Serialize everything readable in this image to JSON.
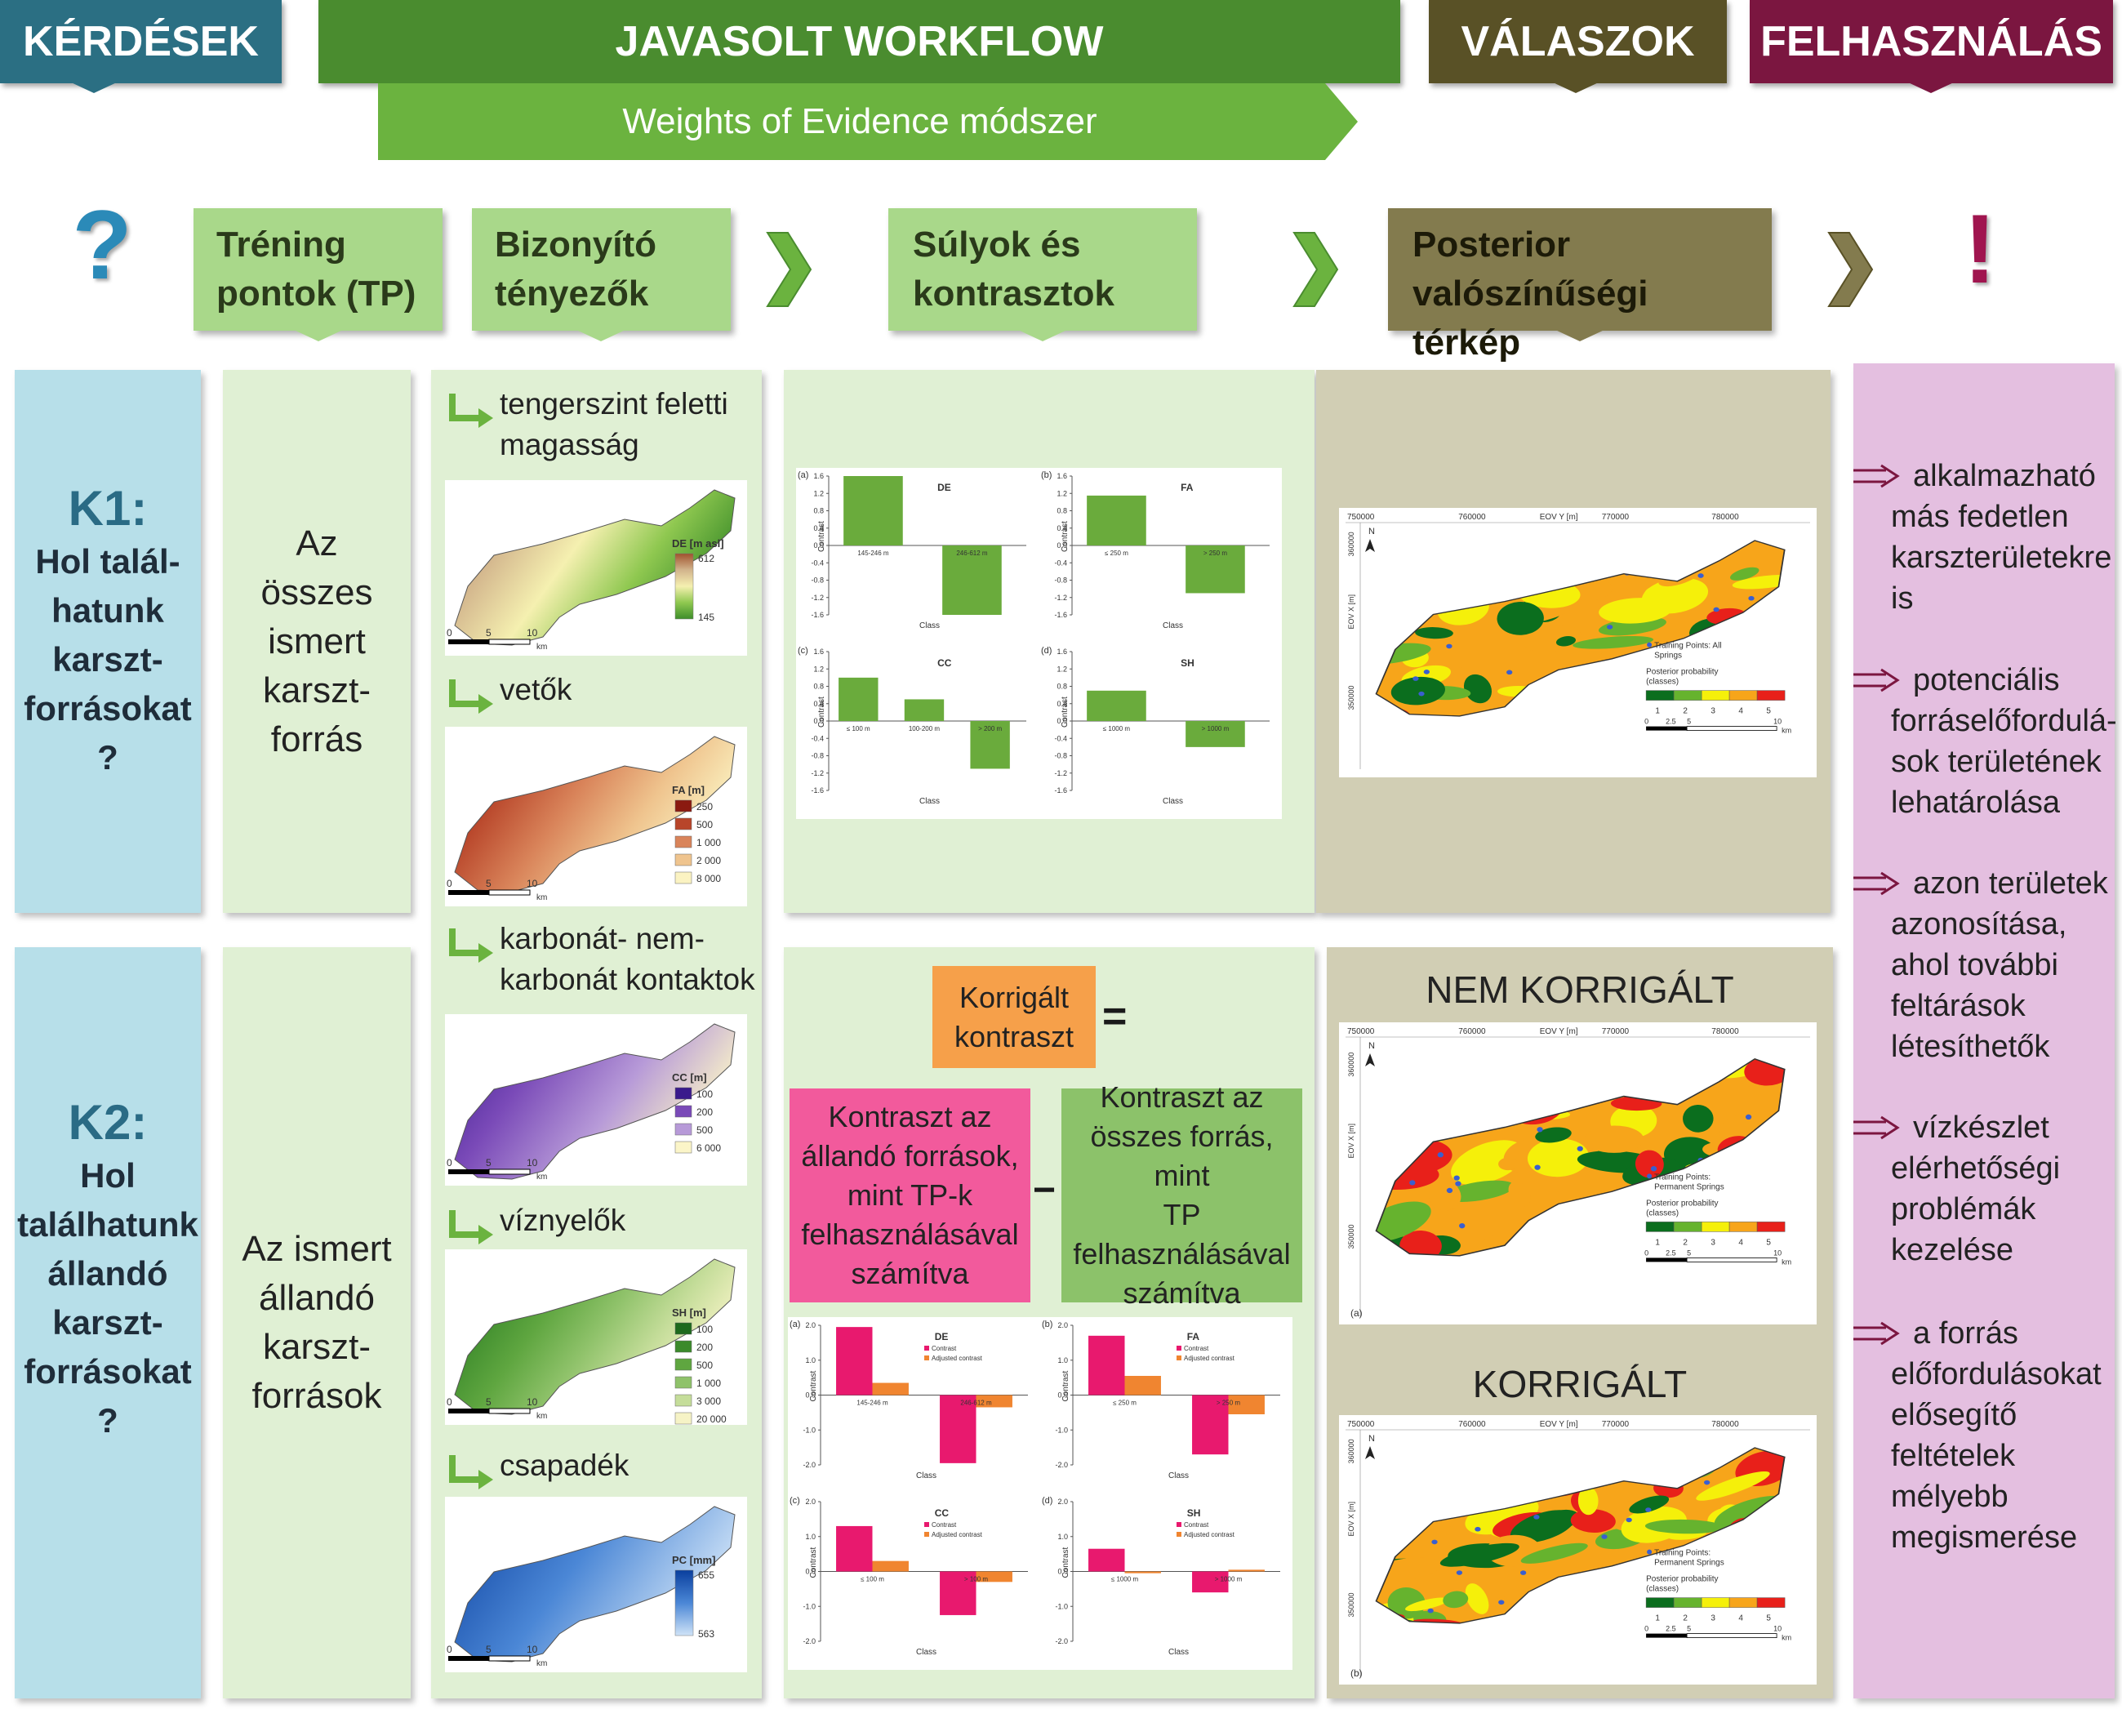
{
  "headers": {
    "questions": "KÉRDÉSEK",
    "workflow": "JAVASOLT WORKFLOW",
    "method": "Weights of Evidence módszer",
    "answers": "VÁLASZOK",
    "usage": "FELHASZNÁLÁS"
  },
  "steps": {
    "question_mark": "?",
    "training": [
      "Tréning",
      "pontok (TP)"
    ],
    "evidence": [
      "Bizonyító",
      "tényezők"
    ],
    "weights": [
      "Súlyok és",
      "kontrasztok"
    ],
    "posterior": [
      "Posterior",
      "valószínűségi térkép"
    ],
    "exclamation": "!"
  },
  "questions": {
    "k1": {
      "code": "K1:",
      "lines": [
        "Hol talál-",
        "hatunk",
        "karszt-",
        "forrásokat",
        "?"
      ]
    },
    "k2": {
      "code": "K2:",
      "lines": [
        "Hol",
        "találhatunk",
        "állandó",
        "karszt-",
        "forrásokat",
        "?"
      ]
    }
  },
  "training_points": {
    "k1": [
      "Az",
      "összes",
      "ismert",
      "karszt-",
      "forrás"
    ],
    "k2": [
      "Az ismert",
      "állandó",
      "karszt-",
      "források"
    ]
  },
  "factors": [
    {
      "title": [
        "tengerszint feletti",
        "magasság"
      ],
      "legend_title": "DE [m asl]",
      "legend": [
        "612",
        "145"
      ],
      "colors": [
        "#a0522d",
        "#d2b48c",
        "#f5f0b0",
        "#8fc850",
        "#3e8e2a"
      ]
    },
    {
      "title": [
        "vetők"
      ],
      "legend_title": "FA [m]",
      "legend": [
        "250",
        "500",
        "1 000",
        "2 000",
        "8 000"
      ],
      "colors": [
        "#8b1a10",
        "#b8452a",
        "#d9845a",
        "#efc48e",
        "#fbf3c2"
      ]
    },
    {
      "title": [
        "karbonát- nem-",
        "karbonát kontaktok"
      ],
      "legend_title": "CC [m]",
      "legend": [
        "100",
        "200",
        "500",
        "6 000"
      ],
      "colors": [
        "#3a1a8c",
        "#7a4ab8",
        "#b79ad8",
        "#fbf5c8"
      ]
    },
    {
      "title": [
        "víznyelők"
      ],
      "legend_title": "SH [m]",
      "legend": [
        "100",
        "200",
        "500",
        "1 000",
        "3 000",
        "20 000"
      ],
      "colors": [
        "#1d6a1d",
        "#3b8a2b",
        "#5fa640",
        "#8fc26a",
        "#c5dd9a",
        "#f6f3c6"
      ]
    },
    {
      "title": [
        "csapadék"
      ],
      "legend_title": "PC [mm]",
      "legend": [
        "655",
        "563"
      ],
      "colors": [
        "#0a3f9e",
        "#4b87d6",
        "#cfe3f7"
      ]
    }
  ],
  "map_scale": {
    "ticks": [
      "0",
      "5",
      "10"
    ],
    "unit": "km"
  },
  "chart_axis": {
    "ylabel": "Contrast",
    "xlabel": "Class"
  },
  "chart_data": [
    {
      "type": "bar",
      "panel": "(a)",
      "title": "DE",
      "categories": [
        "145-246 m",
        "246-612 m"
      ],
      "values": [
        1.6,
        -1.6
      ],
      "ylim": [
        -1.6,
        1.6
      ]
    },
    {
      "type": "bar",
      "panel": "(b)",
      "title": "FA",
      "categories": [
        "≤ 250 m",
        "> 250 m"
      ],
      "values": [
        1.15,
        -1.1
      ],
      "ylim": [
        -1.6,
        1.6
      ]
    },
    {
      "type": "bar",
      "panel": "(c)",
      "title": "CC",
      "categories": [
        "≤ 100 m",
        "100-200 m",
        "> 200 m"
      ],
      "values": [
        1.0,
        0.5,
        -1.1
      ],
      "ylim": [
        -1.6,
        1.6
      ]
    },
    {
      "type": "bar",
      "panel": "(d)",
      "title": "SH",
      "categories": [
        "≤ 1000 m",
        "> 1000 m"
      ],
      "values": [
        0.7,
        -0.6
      ],
      "ylim": [
        -1.6,
        1.6
      ]
    },
    {
      "type": "bar",
      "panel": "(a)",
      "title": "DE",
      "categories": [
        "145-246 m",
        "246-612 m"
      ],
      "ylim": [
        -2.0,
        2.0
      ],
      "series": [
        {
          "name": "Contrast",
          "values": [
            1.95,
            -1.95
          ]
        },
        {
          "name": "Adjusted contrast",
          "values": [
            0.35,
            -0.35
          ]
        }
      ]
    },
    {
      "type": "bar",
      "panel": "(b)",
      "title": "FA",
      "categories": [
        "≤ 250 m",
        "> 250 m"
      ],
      "ylim": [
        -2.0,
        2.0
      ],
      "series": [
        {
          "name": "Contrast",
          "values": [
            1.7,
            -1.7
          ]
        },
        {
          "name": "Adjusted contrast",
          "values": [
            0.55,
            -0.55
          ]
        }
      ]
    },
    {
      "type": "bar",
      "panel": "(c)",
      "title": "CC",
      "categories": [
        "≤ 100 m",
        "> 100 m"
      ],
      "ylim": [
        -2.0,
        2.0
      ],
      "series": [
        {
          "name": "Contrast",
          "values": [
            1.3,
            -1.25
          ]
        },
        {
          "name": "Adjusted contrast",
          "values": [
            0.3,
            -0.3
          ]
        }
      ]
    },
    {
      "type": "bar",
      "panel": "(d)",
      "title": "SH",
      "categories": [
        "≤ 1000 m",
        "> 1000 m"
      ],
      "ylim": [
        -2.0,
        2.0
      ],
      "series": [
        {
          "name": "Contrast",
          "values": [
            0.65,
            -0.6
          ]
        },
        {
          "name": "Adjusted contrast",
          "values": [
            -0.05,
            0.05
          ]
        }
      ]
    }
  ],
  "correction": {
    "label": [
      "Korrigált",
      "kontraszt"
    ],
    "equals": "=",
    "minus": "−",
    "permanent": [
      "Kontraszt az",
      "állandó források,",
      "mint TP-k",
      "felhasználásával",
      "számítva"
    ],
    "all": [
      "Kontraszt az",
      "összes forrás, mint",
      "TP",
      "felhasználásával",
      "számítva"
    ]
  },
  "posterior_maps": {
    "uncorrected_title": "NEM KORRIGÁLT",
    "corrected_title": "KORRIGÁLT",
    "axis_top": [
      "750000",
      "760000",
      "EOV Y [m]",
      "770000",
      "780000"
    ],
    "axis_left": [
      "360000",
      "EOV X [m]",
      "350000"
    ],
    "north": "N",
    "legend_k1": [
      "Training Points: All",
      "Springs"
    ],
    "legend_k2": [
      "Training Points:",
      "Permanent Springs"
    ],
    "prob_title": [
      "Posterior probability",
      "(classes)"
    ],
    "classes": [
      "1",
      "2",
      "3",
      "4",
      "5"
    ],
    "class_colors": [
      "#0b6e1e",
      "#66b32e",
      "#f5f00a",
      "#f7a51a",
      "#e8201a"
    ],
    "scale": [
      "0",
      "2.5",
      "5",
      "10"
    ],
    "scale_unit": "km",
    "panel_a": "(a)",
    "panel_b": "(b)"
  },
  "usage_items": [
    [
      "alkalmazható",
      "más fedetlen",
      "karszterületekre",
      "is"
    ],
    [
      "potenciális",
      "forráselőfordulá-",
      "sok területének",
      "lehatárolása"
    ],
    [
      "azon területek",
      "azonosítása,",
      "ahol további",
      "feltárások",
      "létesíthetők"
    ],
    [
      "vízkészlet",
      "elérhetőségi",
      "problémák",
      "kezelése"
    ],
    [
      "a forrás",
      "előfordulásokat",
      "elősegítő",
      "feltételek",
      "mélyebb",
      "megismerése"
    ]
  ],
  "colors": {
    "questions": "#2b6f83",
    "workflow": "#4a8c2f",
    "method": "#6bb33f",
    "answers": "#595126",
    "usage": "#7b1640",
    "light_green": "#a9d88a",
    "k_panel": "#b7dfe9",
    "pale_green": "#e0f0d4",
    "answer_panel": "#d1ceb4",
    "usage_panel": "#e4bfe0",
    "pink": "#f25a9c",
    "orange": "#f6a04a",
    "contrast_green": "#6aab3c",
    "contrast_pink": "#e8196e",
    "contrast_orange": "#f08530"
  }
}
